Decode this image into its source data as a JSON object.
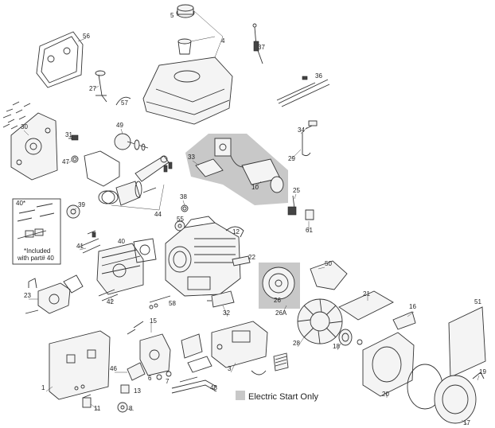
{
  "legend": {
    "label": "Electric Start Only",
    "color": "#c8c8c8"
  },
  "inset_note": {
    "ref": "40*",
    "line1": "*Included",
    "line2": "with part# 40"
  },
  "part_numbers": {
    "p1": "1",
    "p3": "3",
    "p4": "4",
    "p5": "5",
    "p6": "6",
    "p7": "7",
    "p8": "8",
    "p10": "10",
    "p11": "11",
    "p12": "12",
    "p13": "13",
    "p15": "15",
    "p16": "16",
    "p17": "17",
    "p18": "18",
    "p19": "19",
    "p20": "20",
    "p21": "21",
    "p22": "22",
    "p23": "23",
    "p25": "25",
    "p26": "26",
    "p26a": "26A",
    "p27": "27",
    "p28": "28",
    "p29": "29",
    "p30": "30",
    "p31": "31",
    "p32": "32",
    "p33": "33",
    "p34": "34",
    "p36": "36",
    "p37": "37",
    "p38": "38",
    "p39": "39",
    "p40": "40",
    "p41": "41",
    "p42": "42",
    "p44": "44",
    "p46": "46",
    "p47": "47",
    "p48": "48",
    "p49": "49",
    "p50": "50",
    "p51": "51",
    "p55": "55",
    "p56": "56",
    "p57": "57",
    "p58": "58",
    "p61": "61"
  },
  "colors": {
    "line": "#333333",
    "highlight": "#c8c8c8"
  }
}
